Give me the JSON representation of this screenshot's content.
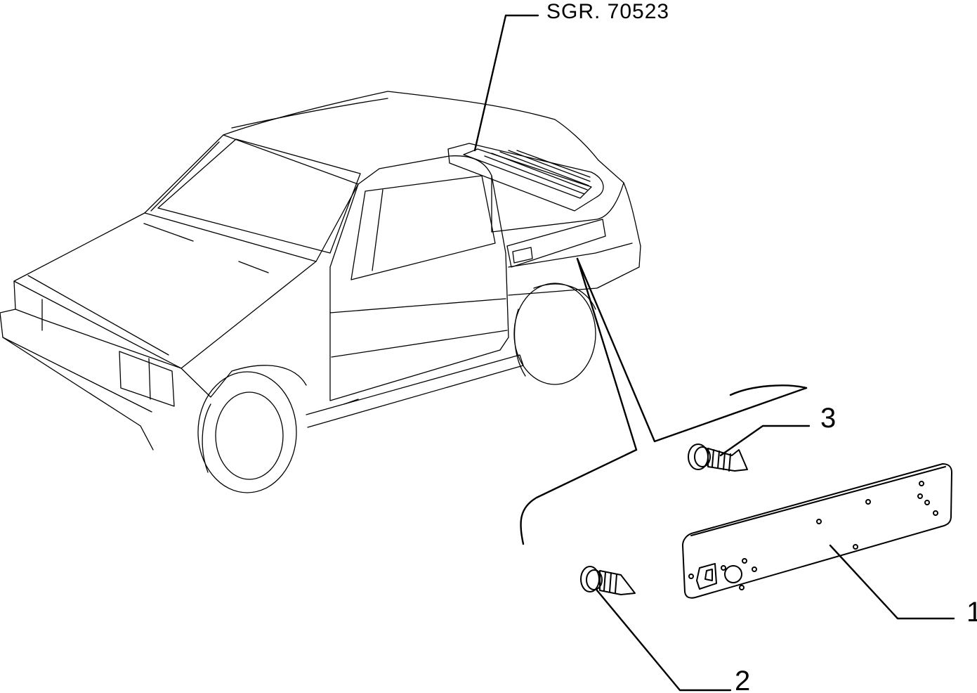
{
  "diagram": {
    "group_reference": "SGR. 70523",
    "callouts": [
      "1",
      "2",
      "3"
    ]
  }
}
